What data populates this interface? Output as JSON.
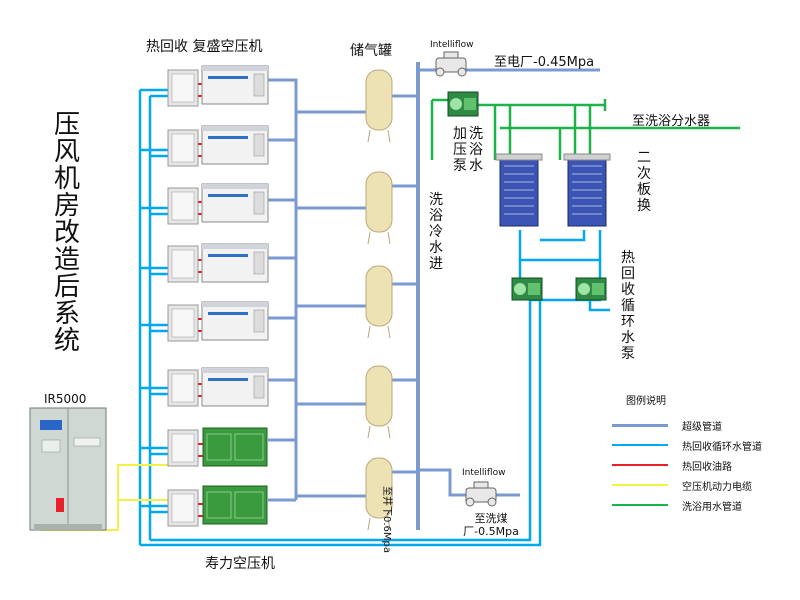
{
  "title_vertical": "压风机房改造后系统",
  "labels": {
    "heat_recovery_compressor": "热回收 复盛空压机",
    "air_tank": "储气罐",
    "intelliflow_top": "Intelliflow",
    "to_power_plant": "至电厂-0.45Mpa",
    "to_bath_water": "至洗浴分水器",
    "bath_pressure_pump": "加压泵",
    "bath_water": "洗浴水",
    "secondary_plate": "二次板换",
    "bath_cold_water_in": "洗浴冷水进",
    "heat_recovery_pump": "热回收循环水泵",
    "ir5000": "IR5000",
    "to_shaft": "至井下0.6Mpa",
    "intelliflow_bottom": "Intelliflow",
    "to_coal_wash": "至洗煤厂-0.5Mpa",
    "shouli_compressor": "寿力空压机"
  },
  "legend": {
    "title": "图例说明",
    "items": [
      {
        "label": "超级管道",
        "color": "#7b9bd0"
      },
      {
        "label": "热回收循环水管道",
        "color": "#00a8f0"
      },
      {
        "label": "热回收油路",
        "color": "#e8202a"
      },
      {
        "label": "空压机动力电缆",
        "color": "#f3f04a"
      },
      {
        "label": "洗浴用水管道",
        "color": "#1db24a"
      }
    ]
  },
  "colors": {
    "super_pipe": "#7b9bd0",
    "water_pipe": "#00a8f0",
    "oil_pipe": "#e8202a",
    "cable": "#f3f04a",
    "bath_pipe": "#1db24a",
    "compressor_green": "#3a9a3e",
    "tank": "#ede2b3",
    "plate": "#3c55b5"
  }
}
